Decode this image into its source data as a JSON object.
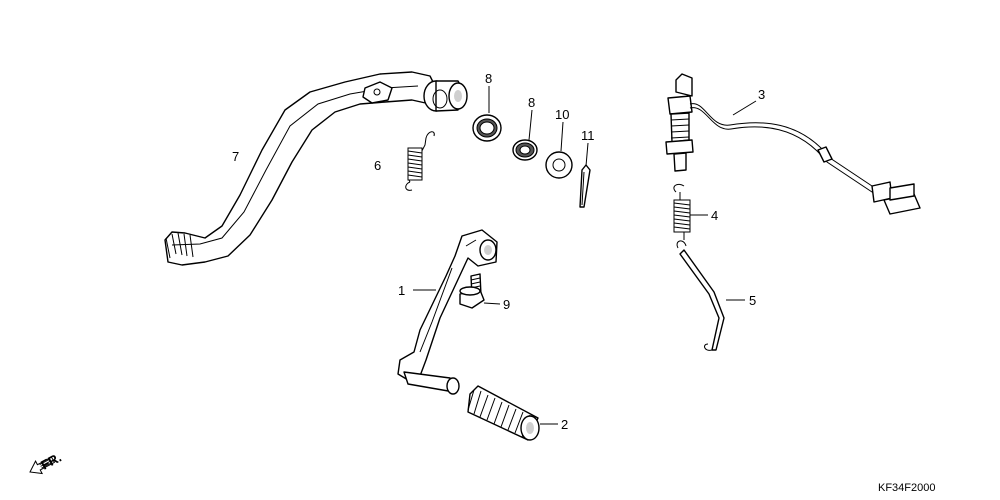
{
  "diagram": {
    "callouts": [
      "1",
      "2",
      "3",
      "4",
      "5",
      "6",
      "7",
      "8",
      "8",
      "9",
      "10",
      "11"
    ],
    "front_marker": "FR.",
    "diagram_code": "KF34F2000"
  }
}
